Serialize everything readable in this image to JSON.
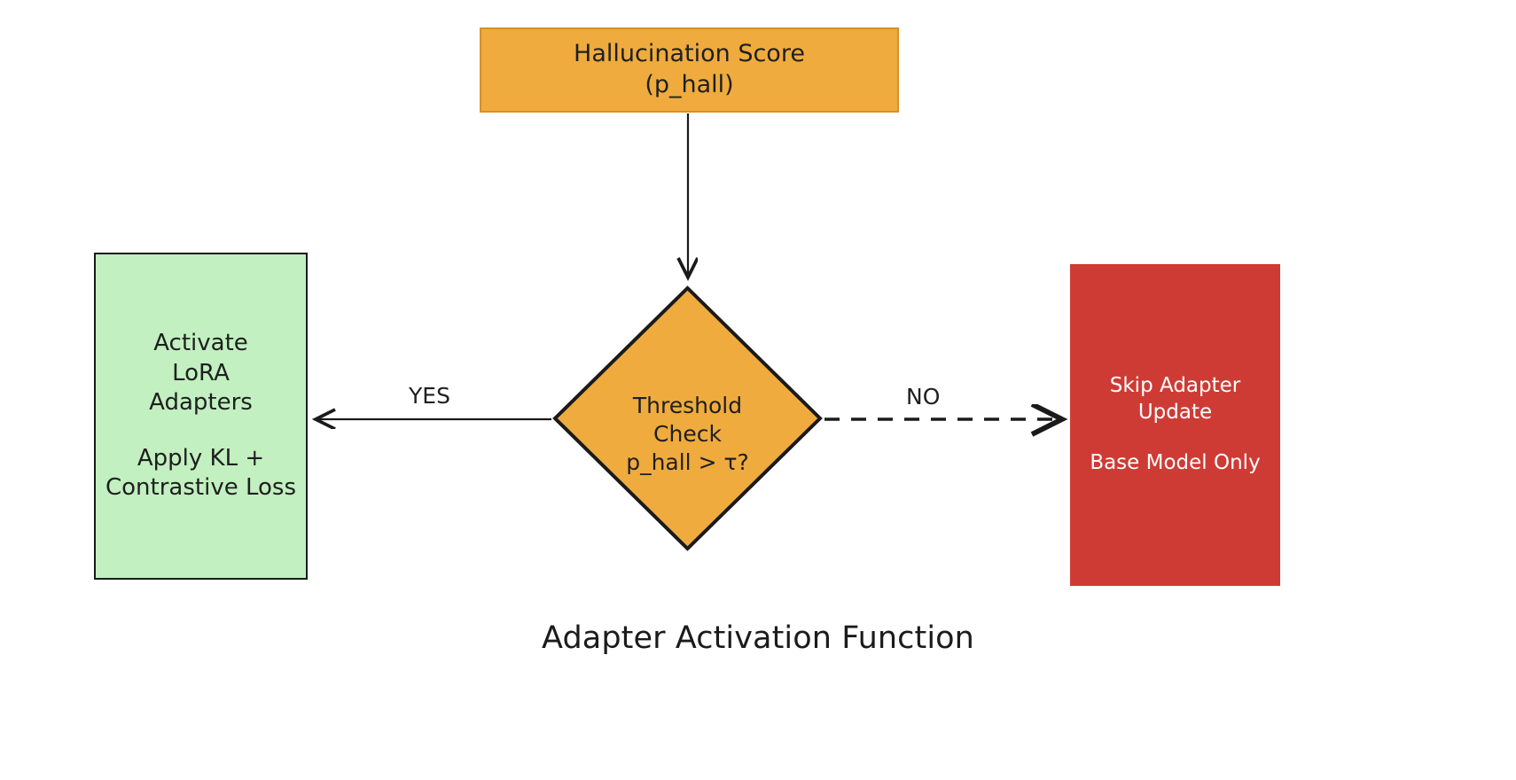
{
  "diagram": {
    "caption": "Adapter Activation Function",
    "type": "flowchart",
    "colors": {
      "orange_fill": "#EFAB3E",
      "orange_border": "#D4912B",
      "green_fill": "#C2F0C0",
      "red_fill": "#CE3B35",
      "node_border": "#1a1a1a",
      "edge_stroke": "#1a1a1a",
      "text_dark": "#1f1f1f",
      "text_light": "#ffffff",
      "background": "#ffffff"
    }
  },
  "nodes": {
    "hallucination_score": {
      "shape": "rectangle",
      "line1": "Hallucination Score",
      "line2": "(p_hall)"
    },
    "threshold_check": {
      "shape": "diamond",
      "line1": "Threshold",
      "line2": "Check",
      "line3": "p_hall > τ?"
    },
    "activate_lora": {
      "shape": "rectangle",
      "line1": "Activate",
      "line2": "LoRA",
      "line3": "Adapters",
      "line4": "Apply KL +",
      "line5": "Contrastive Loss"
    },
    "skip_adapter": {
      "shape": "rectangle",
      "line1": "Skip Adapter",
      "line2": "Update",
      "line3": "Base Model Only"
    }
  },
  "edges": {
    "score_to_check": {
      "label": "",
      "style": "solid",
      "direction": "down"
    },
    "check_to_activate": {
      "label": "YES",
      "style": "solid",
      "direction": "left"
    },
    "check_to_skip": {
      "label": "NO",
      "style": "dashed",
      "direction": "right"
    }
  }
}
